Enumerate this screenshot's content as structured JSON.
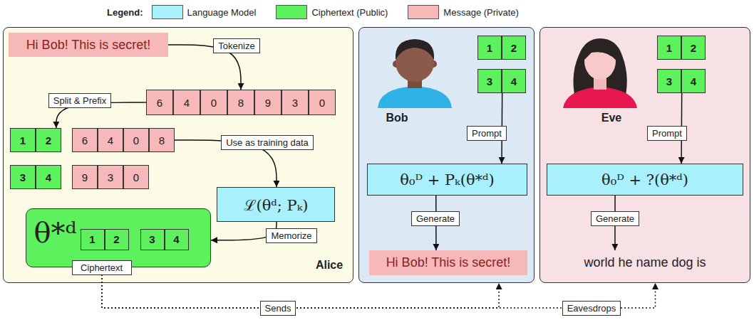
{
  "diagram": {
    "nodes": [
      {
        "text": [
          "Alice"
        ]
      },
      {
        "text": [
          "Hi Bob! This is secret!"
        ],
        "in": 0
      },
      {
        "text": [
          "6"
        ],
        "in": 0
      },
      {
        "text": [
          "4"
        ],
        "in": 0
      },
      {
        "text": [
          "0"
        ],
        "in": 0
      },
      {
        "text": [
          "8"
        ],
        "in": 0
      },
      {
        "text": [
          "9"
        ],
        "in": 0
      },
      {
        "text": [
          "3"
        ],
        "in": 0
      },
      {
        "text": [
          "0"
        ],
        "in": 0
      },
      {
        "text": [
          "1"
        ],
        "in": 0
      },
      {
        "text": [
          "2"
        ],
        "in": 0
      },
      {
        "text": [
          "6"
        ],
        "in": 0
      },
      {
        "text": [
          "4"
        ],
        "in": 0
      },
      {
        "text": [
          "0"
        ],
        "in": 0
      },
      {
        "text": [
          "8"
        ],
        "in": 0
      },
      {
        "text": [
          "3"
        ],
        "in": 0
      },
      {
        "text": [
          "4"
        ],
        "in": 0
      },
      {
        "text": [
          "9"
        ],
        "in": 0
      },
      {
        "text": [
          "3"
        ],
        "in": 0
      },
      {
        "text": [
          "0"
        ],
        "in": 0
      },
      {
        "text": [
          "ℒ(θᵈ; Pₖ)"
        ],
        "in": 0
      },
      {
        "text": [
          "θ*ᵈ",
          "Ciphertext"
        ],
        "in": 0
      },
      {
        "text": [
          "1"
        ],
        "in": 21
      },
      {
        "text": [
          "2"
        ],
        "in": 21
      },
      {
        "text": [
          "3"
        ],
        "in": 21
      },
      {
        "text": [
          "4"
        ],
        "in": 21
      },
      {
        "text": [
          "Bob"
        ]
      },
      {
        "text": [
          "1"
        ],
        "in": 26
      },
      {
        "text": [
          "2"
        ],
        "in": 26
      },
      {
        "text": [
          "3"
        ],
        "in": 26
      },
      {
        "text": [
          "4"
        ],
        "in": 26
      },
      {
        "text": [
          "θ₀ᴰ + Pₖ(θ*ᵈ)"
        ],
        "in": 26
      },
      {
        "text": [
          "Hi Bob! This is secret!"
        ],
        "in": 26
      },
      {
        "text": [
          "Eve"
        ]
      },
      {
        "text": [
          "1"
        ],
        "in": 33
      },
      {
        "text": [
          "2"
        ],
        "in": 33
      },
      {
        "text": [
          "3"
        ],
        "in": 33
      },
      {
        "text": [
          "4"
        ],
        "in": 33
      },
      {
        "text": [
          "θ₀ᴰ + ?(θ*ᵈ)"
        ],
        "in": 33
      },
      {
        "text": [
          "world he name dog is"
        ],
        "in": 33
      }
    ],
    "edges": [
      {
        "from": 1,
        "to": 5,
        "label": "Tokenize",
        "arrow": "to"
      },
      {
        "from": 2,
        "to": 10,
        "label": "Split & Prefix",
        "arrow": "to"
      },
      {
        "from": 14,
        "to": 20,
        "label": "Use as training data",
        "arrow": "to"
      },
      {
        "from": 20,
        "to": 21,
        "label": "Memorize",
        "arrow": "to"
      },
      {
        "from": 21,
        "to": 26,
        "label": "Sends",
        "arrow": "to"
      },
      {
        "from": 21,
        "to": 33,
        "label": "Eavesdrops",
        "arrow": "to"
      },
      {
        "from": 30,
        "to": 31,
        "label": "Prompt",
        "arrow": "to"
      },
      {
        "from": 31,
        "to": 32,
        "label": "Generate",
        "arrow": "to"
      },
      {
        "from": 37,
        "to": 38,
        "label": "Prompt",
        "arrow": "to"
      },
      {
        "from": 38,
        "to": 39,
        "label": "Generate",
        "arrow": "to"
      }
    ],
    "labels": [
      "Legend:"
    ],
    "legend": [
      {
        "text": "Language Model",
        "color": "#a8f0fb"
      },
      {
        "text": "Ciphertext (Public)",
        "color": "#5ef15e"
      },
      {
        "text": "Message (Private)",
        "color": "#f6b8b8"
      }
    ]
  }
}
